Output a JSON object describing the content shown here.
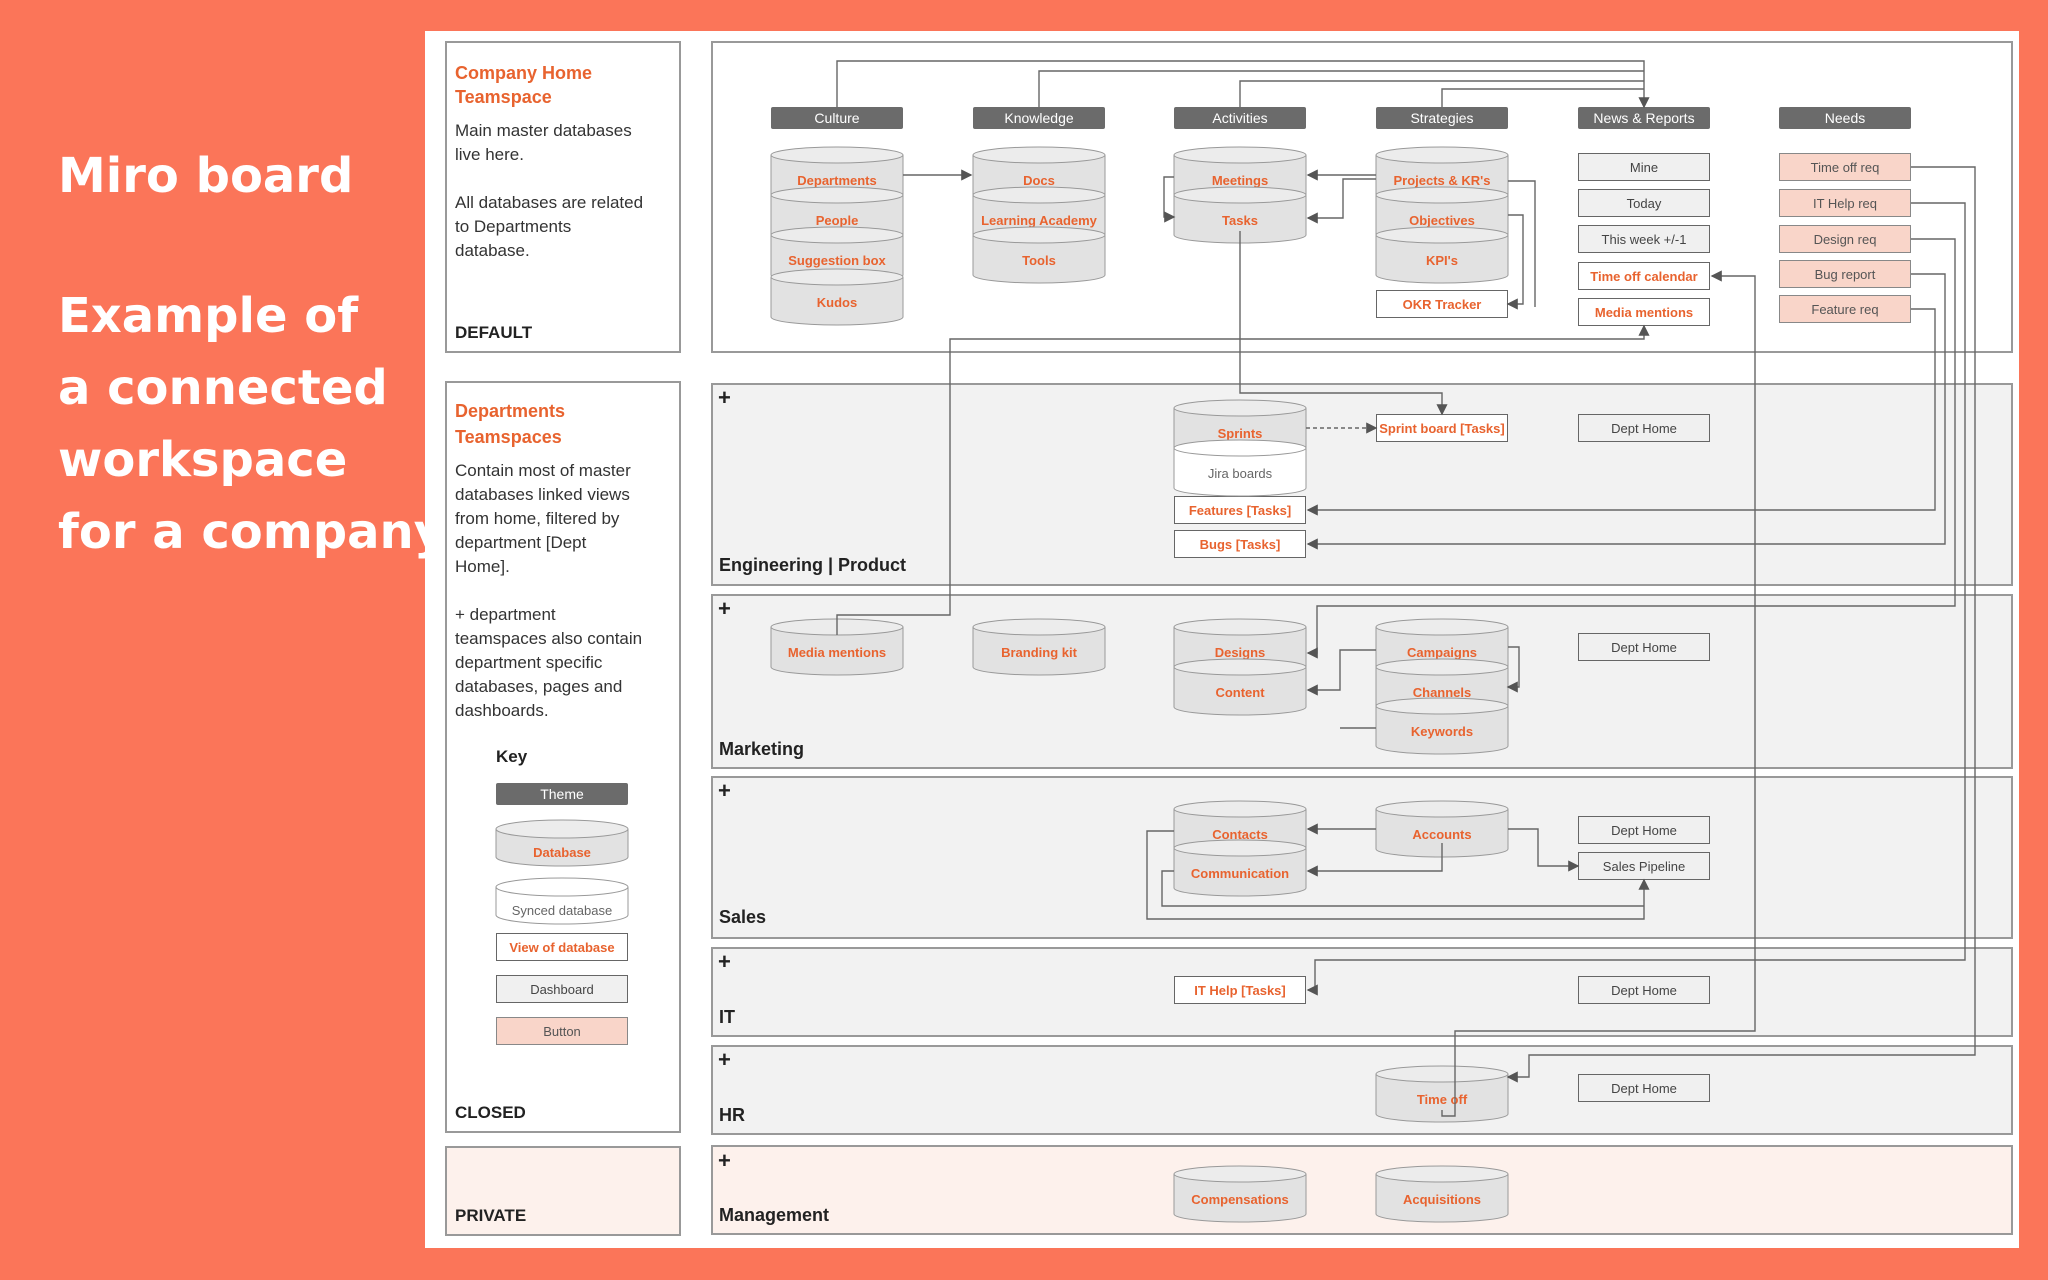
{
  "hero": {
    "title": "Miro board",
    "subtitle_lines": [
      "Example of",
      "a connected",
      "workspace",
      "for a company"
    ]
  },
  "left": {
    "home": {
      "title_lines": [
        "Company Home",
        "Teamspace"
      ],
      "desc1_lines": [
        "Main master databases",
        "live here."
      ],
      "desc2_lines": [
        "All databases are related",
        "to Departments",
        "database."
      ],
      "foot": "DEFAULT"
    },
    "departments": {
      "title_lines": [
        "Departments",
        "Teamspaces"
      ],
      "desc1_lines": [
        "Contain most of master",
        "databases linked views",
        "from home, filtered by",
        "department [Dept",
        "Home]."
      ],
      "desc2_lines": [
        "+ department",
        "teamspaces also contain",
        "department specific",
        "databases, pages and",
        "dashboards."
      ],
      "foot": "CLOSED"
    },
    "private": {
      "foot": "PRIVATE"
    },
    "key": {
      "title": "Key",
      "theme": "Theme",
      "database": "Database",
      "synced": "Synced database",
      "view": "View of database",
      "dashboard": "Dashboard",
      "button": "Button"
    }
  },
  "home": {
    "themes": [
      "Culture",
      "Knowledge",
      "Activities",
      "Strategies",
      "News & Reports",
      "Needs"
    ],
    "culture": [
      "Departments",
      "People",
      "Suggestion box",
      "Kudos"
    ],
    "knowledge": [
      "Docs",
      "Learning Academy",
      "Tools"
    ],
    "activities": [
      "Meetings",
      "Tasks"
    ],
    "strategies": [
      "Projects & KR's",
      "Objectives",
      "KPI's"
    ],
    "okr_tracker": "OKR Tracker",
    "news_dash": [
      "Mine",
      "Today",
      "This week +/-1"
    ],
    "news_views": [
      "Time off calendar",
      "Media mentions"
    ],
    "needs": [
      "Time off req",
      "IT Help req",
      "Design req",
      "Bug report",
      "Feature req"
    ]
  },
  "bands": {
    "plus": "+",
    "dept_home": "Dept Home",
    "engineering": {
      "label": "Engineering | Product",
      "sprints": "Sprints",
      "jira": "Jira boards",
      "features": "Features [Tasks]",
      "bugs": "Bugs [Tasks]",
      "sprint_board": "Sprint board [Tasks]"
    },
    "marketing": {
      "label": "Marketing",
      "media": "Media mentions",
      "branding": "Branding kit",
      "designs": "Designs",
      "content": "Content",
      "campaigns": "Campaigns",
      "channels": "Channels",
      "keywords": "Keywords"
    },
    "sales": {
      "label": "Sales",
      "contacts": "Contacts",
      "communication": "Communication",
      "accounts": "Accounts",
      "pipeline": "Sales Pipeline"
    },
    "it": {
      "label": "IT",
      "help": "IT Help [Tasks]"
    },
    "hr": {
      "label": "HR",
      "timeoff": "Time off"
    },
    "management": {
      "label": "Management",
      "comp": "Compensations",
      "acq": "Acquisitions"
    }
  },
  "colors": {
    "background": "#fb7559",
    "accent": "#e8632f",
    "theme": "#6b6b6b",
    "button": "#f9d5c9",
    "band": "#f2f2f2"
  }
}
